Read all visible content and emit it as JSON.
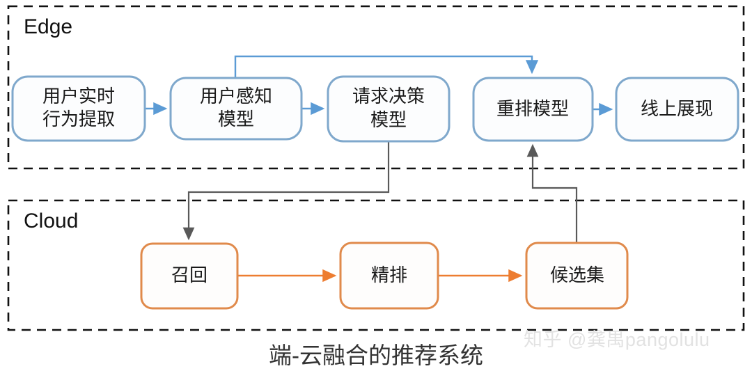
{
  "diagram": {
    "title_caption": "端-云融合的推荐系统",
    "watermark": "知乎 @龚禺pangolulu",
    "colors": {
      "edge_node_stroke": "#7FA8CC",
      "edge_node_fill": "#FCFDFE",
      "cloud_node_stroke": "#E08A4B",
      "cloud_node_fill": "#FEFDFC",
      "edge_arrow": "#5B9BD5",
      "cloud_arrow": "#ED7D31",
      "cross_arrow": "#595959",
      "zone_border": "#111111",
      "caption_text": "#333333",
      "watermark_text": "#E2E2E2"
    },
    "zones": [
      {
        "id": "edge",
        "label": "Edge"
      },
      {
        "id": "cloud",
        "label": "Cloud"
      }
    ],
    "edge_nodes": [
      {
        "id": "edge-node-1",
        "label_line1": "用户实时",
        "label_line2": "行为提取"
      },
      {
        "id": "edge-node-2",
        "label_line1": "用户感知",
        "label_line2": "模型"
      },
      {
        "id": "edge-node-3",
        "label_line1": "请求决策",
        "label_line2": "模型"
      },
      {
        "id": "edge-node-4",
        "label_line1": "重排模型",
        "label_line2": ""
      },
      {
        "id": "edge-node-5",
        "label_line1": "线上展现",
        "label_line2": ""
      }
    ],
    "cloud_nodes": [
      {
        "id": "cloud-node-1",
        "label_line1": "召回",
        "label_line2": ""
      },
      {
        "id": "cloud-node-2",
        "label_line1": "精排",
        "label_line2": ""
      },
      {
        "id": "cloud-node-3",
        "label_line1": "候选集",
        "label_line2": ""
      }
    ],
    "connections": [
      {
        "from": "用户实时行为提取",
        "to": "用户感知模型",
        "style": "blue-arrow"
      },
      {
        "from": "用户感知模型",
        "to": "请求决策模型",
        "style": "blue-arrow"
      },
      {
        "from": "用户感知模型",
        "to": "重排模型",
        "style": "blue-feedback-loop"
      },
      {
        "from": "重排模型",
        "to": "线上展现",
        "style": "blue-arrow"
      },
      {
        "from": "请求决策模型",
        "to": "召回",
        "style": "gray-arrow"
      },
      {
        "from": "召回",
        "to": "精排",
        "style": "orange-arrow"
      },
      {
        "from": "精排",
        "to": "候选集",
        "style": "orange-arrow"
      },
      {
        "from": "候选集",
        "to": "重排模型",
        "style": "gray-arrow"
      }
    ]
  }
}
